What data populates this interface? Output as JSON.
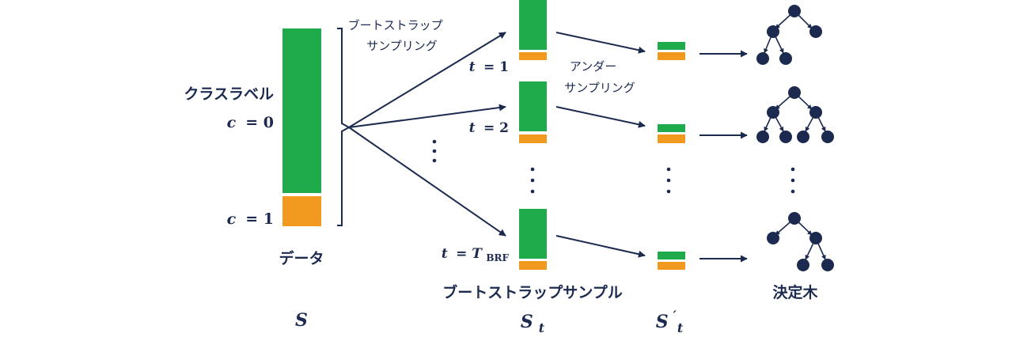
{
  "colors": {
    "navy": "#1b2a4e",
    "green": "#1faa4b",
    "orange": "#f29a1f",
    "white": "#ffffff"
  },
  "data_panel": {
    "class_label_title": "クラスラベル",
    "c0_var": "c",
    "c0_eq": "= 0",
    "c1_var": "c",
    "c1_eq": "= 1",
    "caption": "データ",
    "symbol": "S"
  },
  "bootstrap": {
    "label_line1": "ブートストラップ",
    "label_line2": "サンプリング",
    "caption": "ブートストラップサンプル",
    "symbol": "S",
    "symbol_sub": "t",
    "t1_var": "t",
    "t1_eq": "= 1",
    "t2_var": "t",
    "t2_eq": "= 2",
    "tlast_var": "t",
    "tlast_eq": "= ",
    "tlast_T": "T",
    "tlast_sub": "BRF"
  },
  "undersample": {
    "label_line1": "アンダー",
    "label_line2": "サンプリング",
    "symbol": "S",
    "symbol_prime": "′",
    "symbol_sub": "t"
  },
  "trees": {
    "caption": "決定木"
  },
  "icons": [
    "bracket-icon",
    "arrow-icon",
    "ellipsis-icon",
    "decision-tree-icon"
  ]
}
